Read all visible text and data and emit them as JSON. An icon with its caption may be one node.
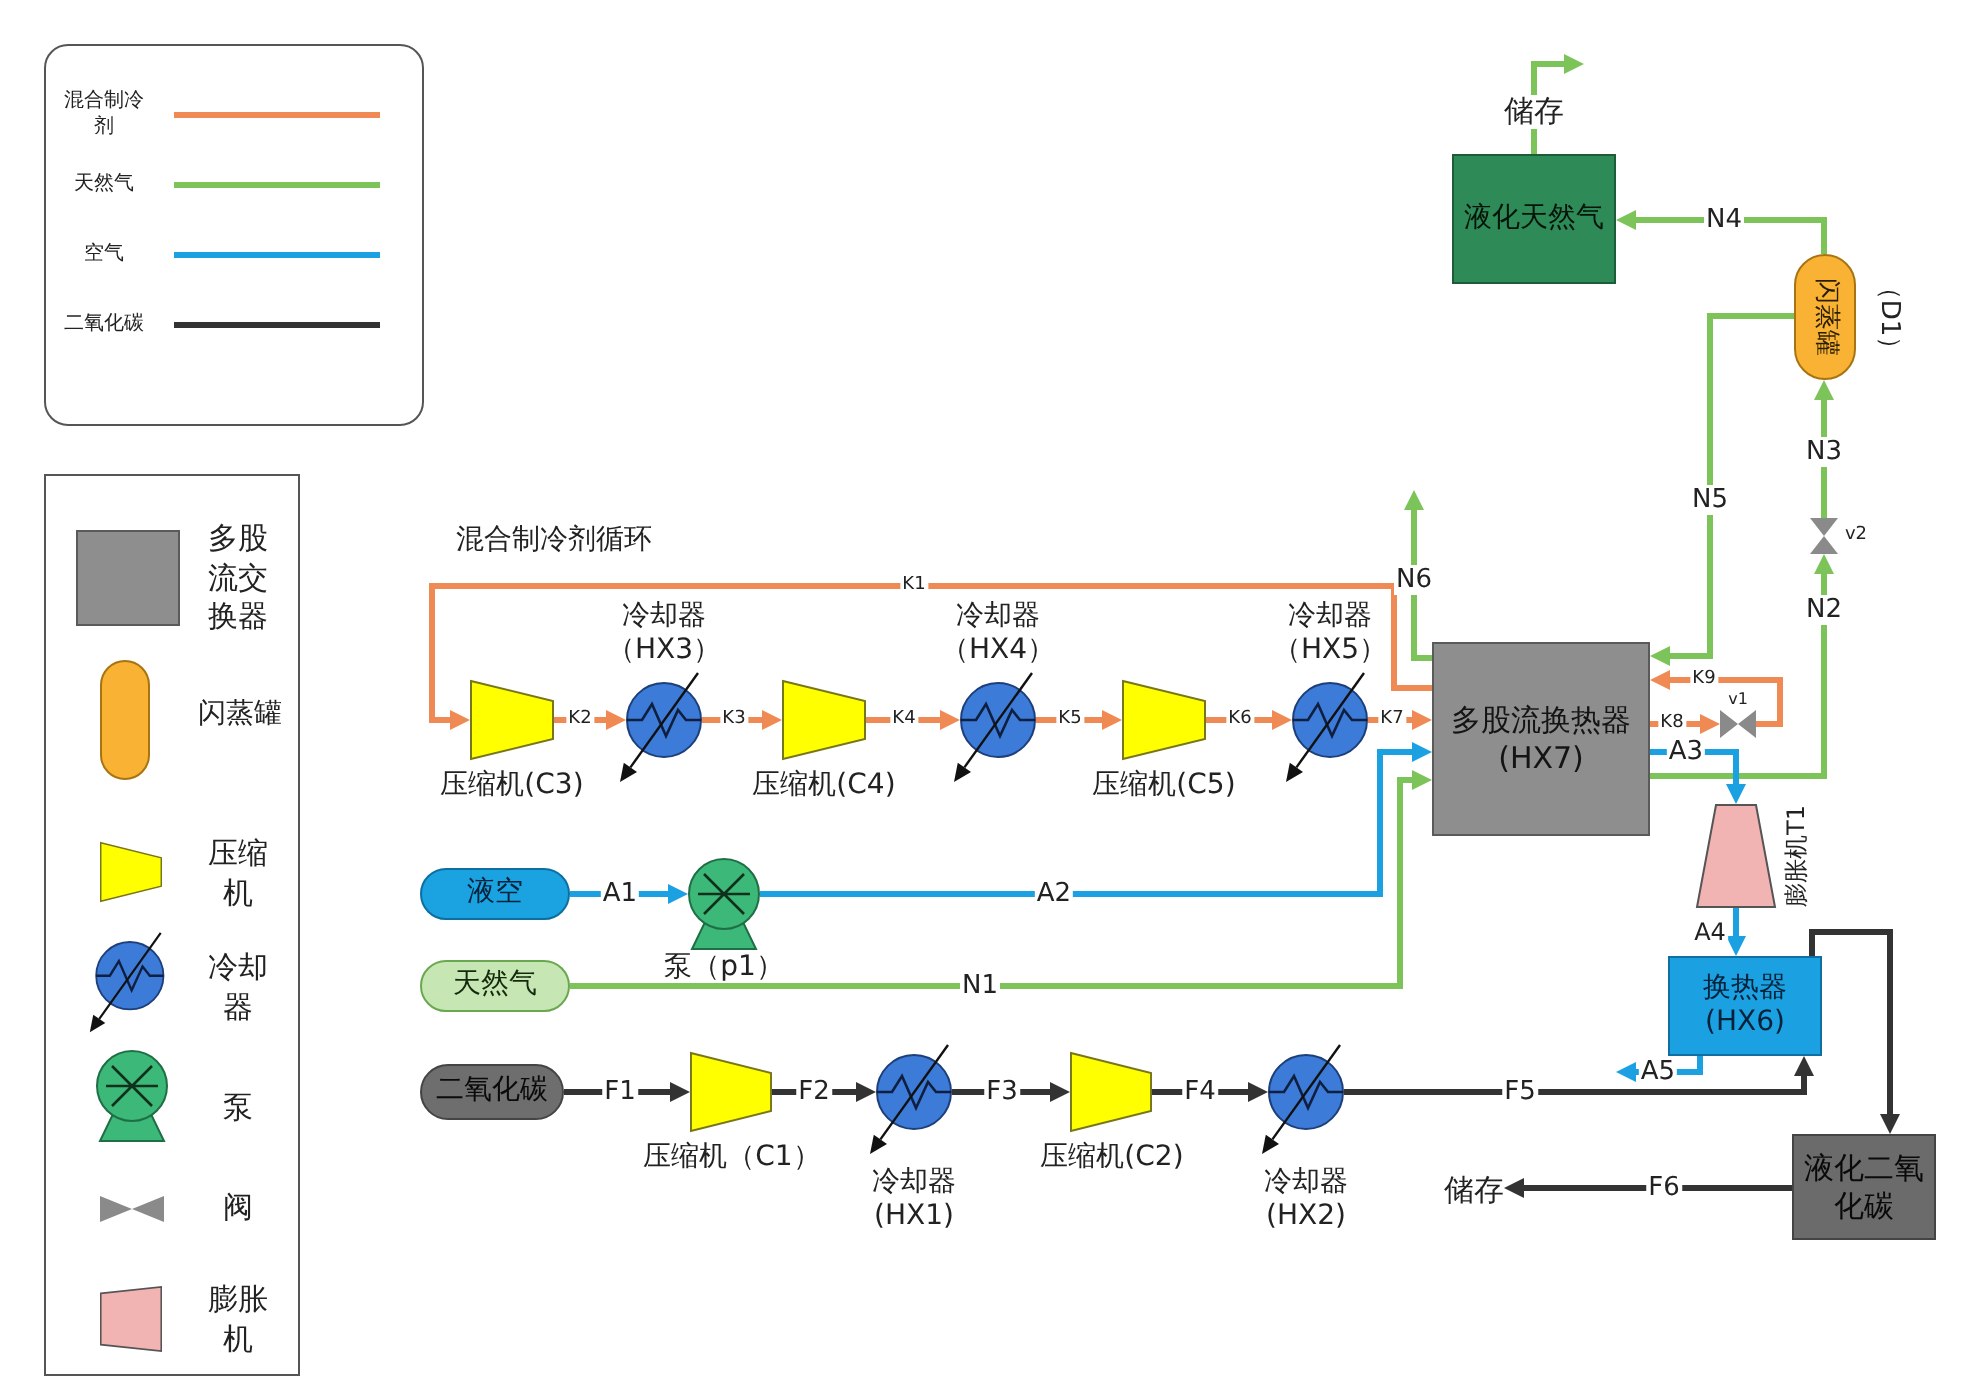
{
  "diagram": {
    "nodes": [
      {
        "text": [
          "液化天然气"
        ]
      },
      {
        "text": [
          "闪蒸罐"
        ],
        "beside": [
          "（D1）"
        ]
      },
      {
        "text": [
          "v2"
        ]
      },
      {
        "text": [
          "多股流换热器(HX7)"
        ]
      },
      {
        "text": [
          "压缩机(C3)"
        ]
      },
      {
        "text": [
          "冷却器（HX3）"
        ]
      },
      {
        "text": [
          "压缩机(C4)"
        ]
      },
      {
        "text": [
          "冷却器（HX4）"
        ]
      },
      {
        "text": [
          "压缩机(C5)"
        ]
      },
      {
        "text": [
          "冷却器（HX5）"
        ]
      },
      {
        "text": [
          "v1"
        ]
      },
      {
        "text": [
          "膨胀机T1"
        ]
      },
      {
        "text": [
          "液空"
        ]
      },
      {
        "text": [
          "泵（p1）"
        ]
      },
      {
        "text": [
          "天然气"
        ]
      },
      {
        "text": [
          "换热器(HX6)"
        ]
      },
      {
        "text": [
          "二氧化碳"
        ]
      },
      {
        "text": [
          "压缩机（C1）"
        ]
      },
      {
        "text": [
          "冷却器(HX1)"
        ]
      },
      {
        "text": [
          "压缩机(C2)"
        ]
      },
      {
        "text": [
          "冷却器(HX2)"
        ]
      },
      {
        "text": [
          "液化二氧化碳"
        ]
      },
      {
        "text": [
          "储存"
        ]
      }
    ],
    "edges": [
      {
        "from": 0,
        "to": null,
        "arrow": "to",
        "label": "储存",
        "color": "#7cc45a"
      },
      {
        "from": 1,
        "to": 0,
        "arrow": "to",
        "label": "N4",
        "color": "#7cc45a"
      },
      {
        "from": 1,
        "to": 3,
        "arrow": "to",
        "label": "N5",
        "color": "#7cc45a"
      },
      {
        "from": 2,
        "to": 1,
        "arrow": "to",
        "label": "N3",
        "color": "#7cc45a"
      },
      {
        "from": 3,
        "to": 2,
        "arrow": "to",
        "label": "N2",
        "color": "#7cc45a"
      },
      {
        "from": 3,
        "to": null,
        "arrow": "to",
        "label": "N6",
        "color": "#7cc45a"
      },
      {
        "from": 3,
        "to": 4,
        "arrow": "to",
        "label": "K1"
      },
      {
        "from": 4,
        "to": 5,
        "arrow": "to",
        "label": "K2"
      },
      {
        "from": 5,
        "to": 6,
        "arrow": "to",
        "label": "K3"
      },
      {
        "from": 6,
        "to": 7,
        "arrow": "to",
        "label": "K4"
      },
      {
        "from": 7,
        "to": 8,
        "arrow": "to",
        "label": "K5"
      },
      {
        "from": 8,
        "to": 9,
        "arrow": "to",
        "label": "K6"
      },
      {
        "from": 9,
        "to": 3,
        "arrow": "to",
        "label": "K7"
      },
      {
        "from": 3,
        "to": 10,
        "arrow": "to",
        "label": "K8"
      },
      {
        "from": 10,
        "to": 3,
        "arrow": "to",
        "label": "K9"
      },
      {
        "from": 3,
        "to": 11,
        "arrow": "to",
        "label": "A3",
        "color": "#1ba1e2"
      },
      {
        "from": 12,
        "to": 13,
        "arrow": "to",
        "label": "A1",
        "color": "#1ba1e2"
      },
      {
        "from": 13,
        "to": 3,
        "arrow": "to",
        "label": "A2",
        "color": "#1ba1e2"
      },
      {
        "from": 14,
        "to": 3,
        "arrow": "to",
        "label": "N1",
        "color": "#7cc45a"
      },
      {
        "from": 11,
        "to": 15,
        "arrow": "to",
        "label": "A4",
        "color": "#1ba1e2"
      },
      {
        "from": 15,
        "to": null,
        "arrow": "to",
        "label": "A5",
        "color": "#1ba1e2"
      },
      {
        "from": 16,
        "to": 17,
        "arrow": "to",
        "label": "F1",
        "color": "#333333"
      },
      {
        "from": 17,
        "to": 18,
        "arrow": "to",
        "label": "F2",
        "color": "#333333"
      },
      {
        "from": 18,
        "to": 19,
        "arrow": "to",
        "label": "F3",
        "color": "#333333"
      },
      {
        "from": 19,
        "to": 20,
        "arrow": "to",
        "label": "F4",
        "color": "#333333"
      },
      {
        "from": 20,
        "to": 15,
        "arrow": "to",
        "label": "F5",
        "color": "#333333"
      },
      {
        "from": 15,
        "to": 21,
        "arrow": "to",
        "color": "#333333"
      },
      {
        "from": 21,
        "to": 22,
        "arrow": "to",
        "label": "F6",
        "color": "#333333"
      }
    ],
    "labels": [
      "混合制冷剂循环"
    ],
    "legend": [
      {
        "text": "混合制冷剂"
      },
      {
        "text": "天然气"
      },
      {
        "text": "空气"
      },
      {
        "text": "二氧化碳"
      },
      {
        "text": "多股流交换器"
      },
      {
        "text": "闪蒸罐"
      },
      {
        "text": "压缩机"
      },
      {
        "text": "冷却器"
      },
      {
        "text": "泵"
      },
      {
        "text": "阀"
      },
      {
        "text": "膨胀机"
      }
    ]
  }
}
